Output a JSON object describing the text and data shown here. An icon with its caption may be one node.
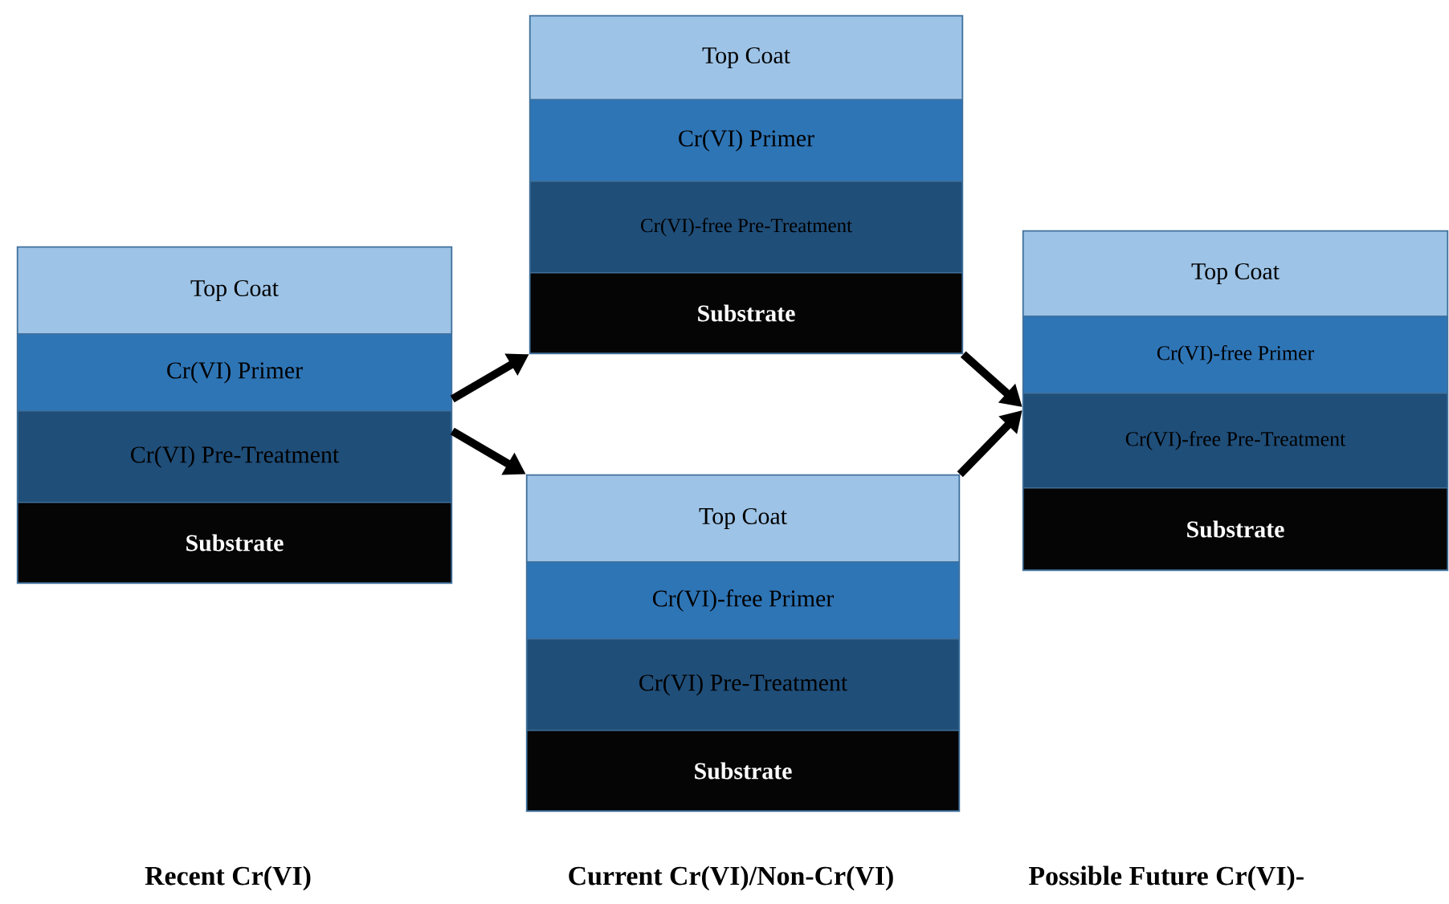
{
  "diagram": {
    "nodes": [
      {
        "text": [],
        "shape": "box"
      },
      {
        "text": [
          "Top Coat"
        ],
        "in": 0
      },
      {
        "text": [
          "Cr(VI) Primer"
        ],
        "in": 0
      },
      {
        "text": [
          "Cr(VI) Pre-Treatment"
        ],
        "in": 0
      },
      {
        "text": [
          "Substrate"
        ],
        "in": 0
      },
      {
        "text": [],
        "shape": "box"
      },
      {
        "text": [
          "Top Coat"
        ],
        "in": 5
      },
      {
        "text": [
          "Cr(VI) Primer"
        ],
        "in": 5
      },
      {
        "text": [
          "Cr(VI)-free Pre-Treatment"
        ],
        "in": 5
      },
      {
        "text": [
          "Substrate"
        ],
        "in": 5
      },
      {
        "text": [],
        "shape": "box"
      },
      {
        "text": [
          "Top Coat"
        ],
        "in": 10
      },
      {
        "text": [
          "Cr(VI)-free Primer"
        ],
        "in": 10
      },
      {
        "text": [
          "Cr(VI) Pre-Treatment"
        ],
        "in": 10
      },
      {
        "text": [
          "Substrate"
        ],
        "in": 10
      },
      {
        "text": [],
        "shape": "box"
      },
      {
        "text": [
          "Top Coat"
        ],
        "in": 15
      },
      {
        "text": [
          "Cr(VI)-free Primer"
        ],
        "in": 15
      },
      {
        "text": [
          "Cr(VI)-free Pre-Treatment"
        ],
        "in": 15
      },
      {
        "text": [
          "Substrate"
        ],
        "in": 15
      }
    ],
    "edges": [
      {
        "from": 0,
        "to": 5,
        "arrow": "to"
      },
      {
        "from": 0,
        "to": 10,
        "arrow": "to"
      },
      {
        "from": 5,
        "to": 15,
        "arrow": "to"
      },
      {
        "from": 10,
        "to": 15,
        "arrow": "to"
      }
    ],
    "labels": [
      "Recent Cr(VI)",
      "Current Cr(VI)/Non-Cr(VI)",
      "Possible Future Cr(VI)-"
    ]
  }
}
